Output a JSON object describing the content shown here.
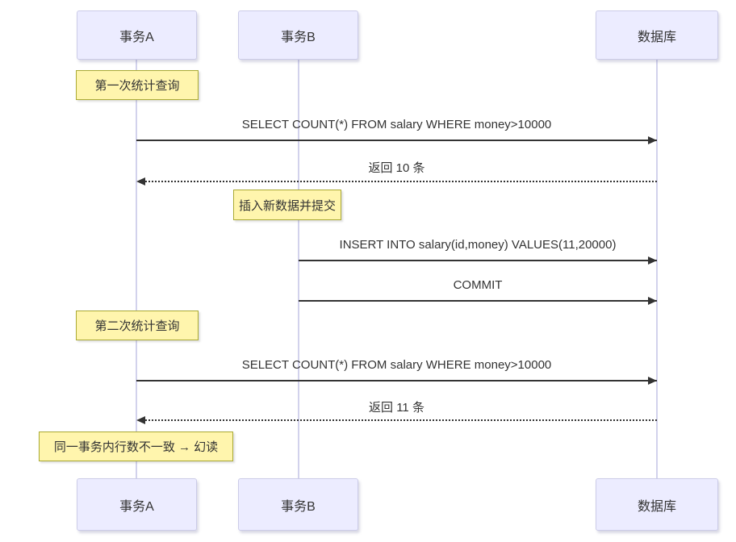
{
  "diagram_type": "sequence-diagram",
  "topic": "phantom-read",
  "colors": {
    "actor_fill": "#ECECFF",
    "actor_border": "#CCCCE8",
    "note_fill": "#FFF5AD",
    "note_border": "#AAAA33",
    "message_line": "#333333",
    "text": "#333333",
    "lifeline": "#D2D2EC",
    "background": "#FFFFFF"
  },
  "actors": [
    {
      "label": "事务A"
    },
    {
      "label": "事务B"
    },
    {
      "label": "数据库"
    }
  ],
  "notes": [
    {
      "text": "第一次统计查询",
      "over": "事务A"
    },
    {
      "text": "插入新数据并提交",
      "over": "事务B"
    },
    {
      "text": "第二次统计查询",
      "over": "事务A"
    },
    {
      "text": "同一事务内行数不一致 → 幻读",
      "over": "事务A"
    }
  ],
  "messages": [
    {
      "text": "SELECT COUNT(*) FROM salary WHERE money>10000",
      "from": "事务A",
      "to": "数据库",
      "style": "solid"
    },
    {
      "text": "返回 10 条",
      "from": "数据库",
      "to": "事务A",
      "style": "dashed"
    },
    {
      "text": "INSERT INTO salary(id,money) VALUES(11,20000)",
      "from": "事务B",
      "to": "数据库",
      "style": "solid"
    },
    {
      "text": "COMMIT",
      "from": "事务B",
      "to": "数据库",
      "style": "solid"
    },
    {
      "text": "SELECT COUNT(*) FROM salary WHERE money>10000",
      "from": "事务A",
      "to": "数据库",
      "style": "solid"
    },
    {
      "text": "返回 11 条",
      "from": "数据库",
      "to": "事务A",
      "style": "dashed"
    }
  ]
}
